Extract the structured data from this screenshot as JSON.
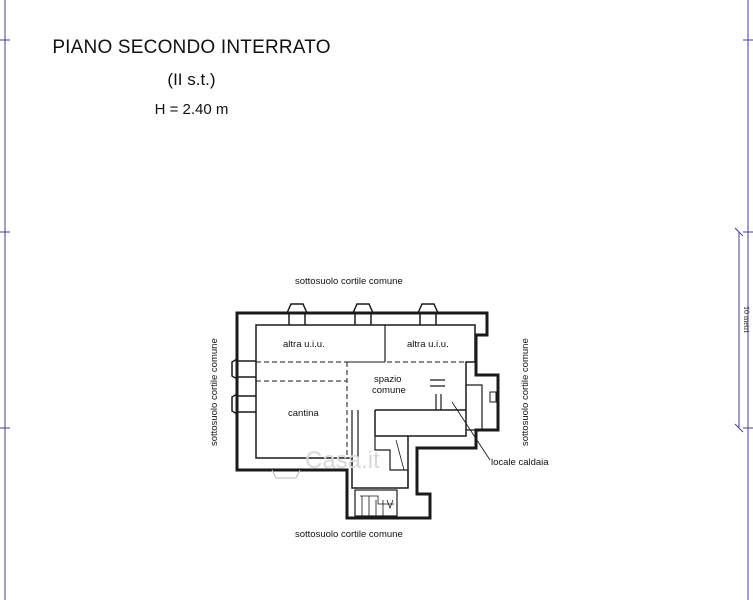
{
  "header": {
    "title": "PIANO SECONDO INTERRATO",
    "subtitle": "(II s.t.)",
    "height_note": "H = 2.40 m"
  },
  "surroundings": {
    "top": "sottosuolo cortile comune",
    "bottom": "sottosuolo cortile comune",
    "left": "sottosuolo cortile comune",
    "right": "sottosuolo cortile comune"
  },
  "rooms": {
    "altra_uiu_left": "altra u.i.u.",
    "altra_uiu_right": "altra u.i.u.",
    "spazio_comune_line1": "spazio",
    "spazio_comune_line2": "comune",
    "cantina": "cantina",
    "locale_caldaia": "locale caldaia"
  },
  "scale": {
    "label": "10 metri"
  },
  "colors": {
    "frame_line": "#4a3f8f",
    "wall": "#1a1a1a",
    "wall_fill": "#ffffff"
  }
}
